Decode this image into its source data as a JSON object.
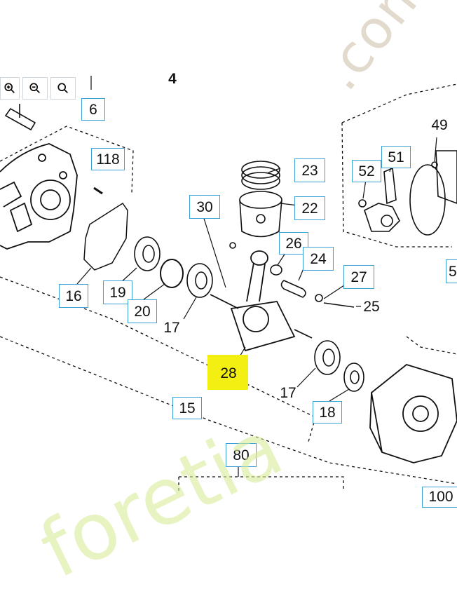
{
  "toolbar": {
    "buttons": [
      {
        "icon": "zoom-in-icon"
      },
      {
        "icon": "zoom-out-icon"
      },
      {
        "icon": "zoom-reset-icon"
      }
    ]
  },
  "labels": {
    "l4": "4",
    "l6": "6",
    "l118": "118",
    "l49": "49",
    "l52": "52",
    "l51": "51",
    "l23": "23",
    "l22": "22",
    "l30": "30",
    "l26": "26",
    "l24": "24",
    "l27": "27",
    "l25": "25",
    "l16": "16",
    "l19": "19",
    "l20": "20",
    "l17a": "17",
    "l17b": "17",
    "l28": "28",
    "l15": "15",
    "l18": "18",
    "l80": "80",
    "l5": "5",
    "l100": "100"
  },
  "watermark": {
    "part1": ".com",
    "part2": "foretia"
  },
  "colors": {
    "label_border": "#3aa0d8",
    "highlight": "#f3ef12",
    "watermark_green": "#d9ec9a",
    "watermark_brown": "#cbbfa6"
  }
}
